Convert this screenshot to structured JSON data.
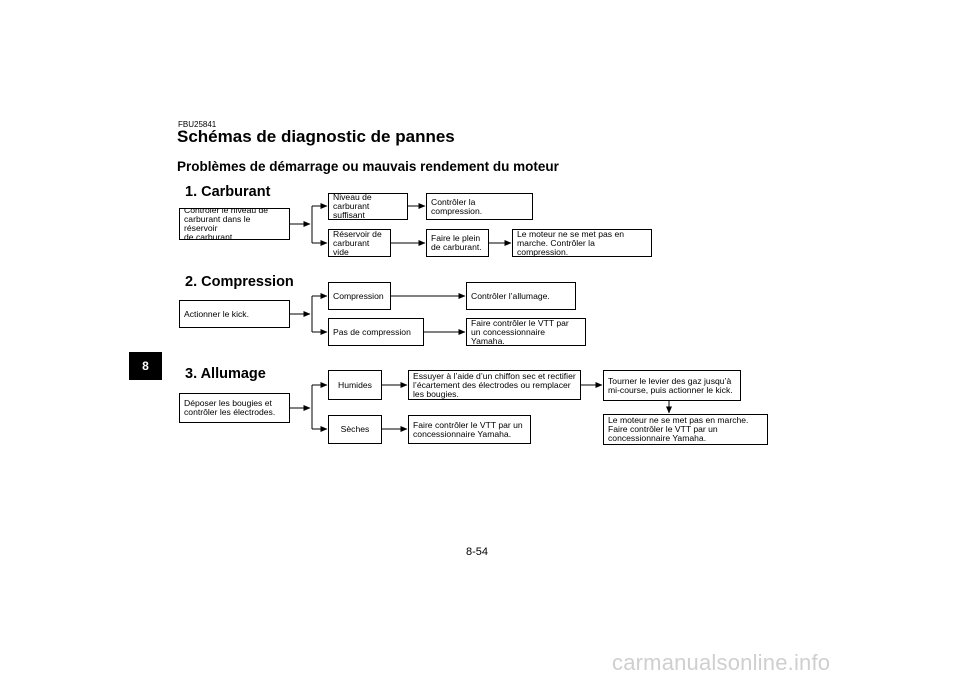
{
  "header": {
    "code": "FBU25841",
    "title": "Schémas de diagnostic de pannes",
    "subtitle": "Problèmes de démarrage ou mauvais rendement du moteur"
  },
  "sections": {
    "carburant": {
      "heading": "1. Carburant",
      "start": "Contrôler le niveau de\ncarburant dans le réservoir\nde carburant.",
      "branch_ok": "Niveau de\ncarburant suffisant",
      "ok_result": "Contrôler la compression.",
      "branch_empty": "Réservoir de\ncarburant vide",
      "empty_action": "Faire le plein\nde carburant.",
      "empty_result": "Le moteur ne se met pas en\nmarche. Contrôler la compression."
    },
    "compression": {
      "heading": "2. Compression",
      "start": "Actionner le kick.",
      "branch_ok": "Compression",
      "ok_result": "Contrôler l’allumage.",
      "branch_none": "Pas de compression",
      "none_result": "Faire contrôler le VTT par\nun concessionnaire Yamaha."
    },
    "allumage": {
      "heading": "3. Allumage",
      "start": "Déposer les bougies et\ncontrôler les électrodes.",
      "branch_wet": "Humides",
      "wet_action": "Essuyer à l’aide d’un chiffon sec et rectifier\nl’écartement des électrodes ou remplacer\nles bougies.",
      "wet_next": "Tourner le levier des gaz jusqu’à\nmi-course, puis actionner le kick.",
      "wet_result": "Le moteur ne se met pas en marche.\nFaire contrôler le VTT par un\nconcessionnaire Yamaha.",
      "branch_dry": "Sèches",
      "dry_result": "Faire contrôler le VTT par un\nconcessionnaire Yamaha."
    }
  },
  "page": {
    "chapter_tab": "8",
    "number": "8-54"
  },
  "watermark": "carmanualsonline.info"
}
